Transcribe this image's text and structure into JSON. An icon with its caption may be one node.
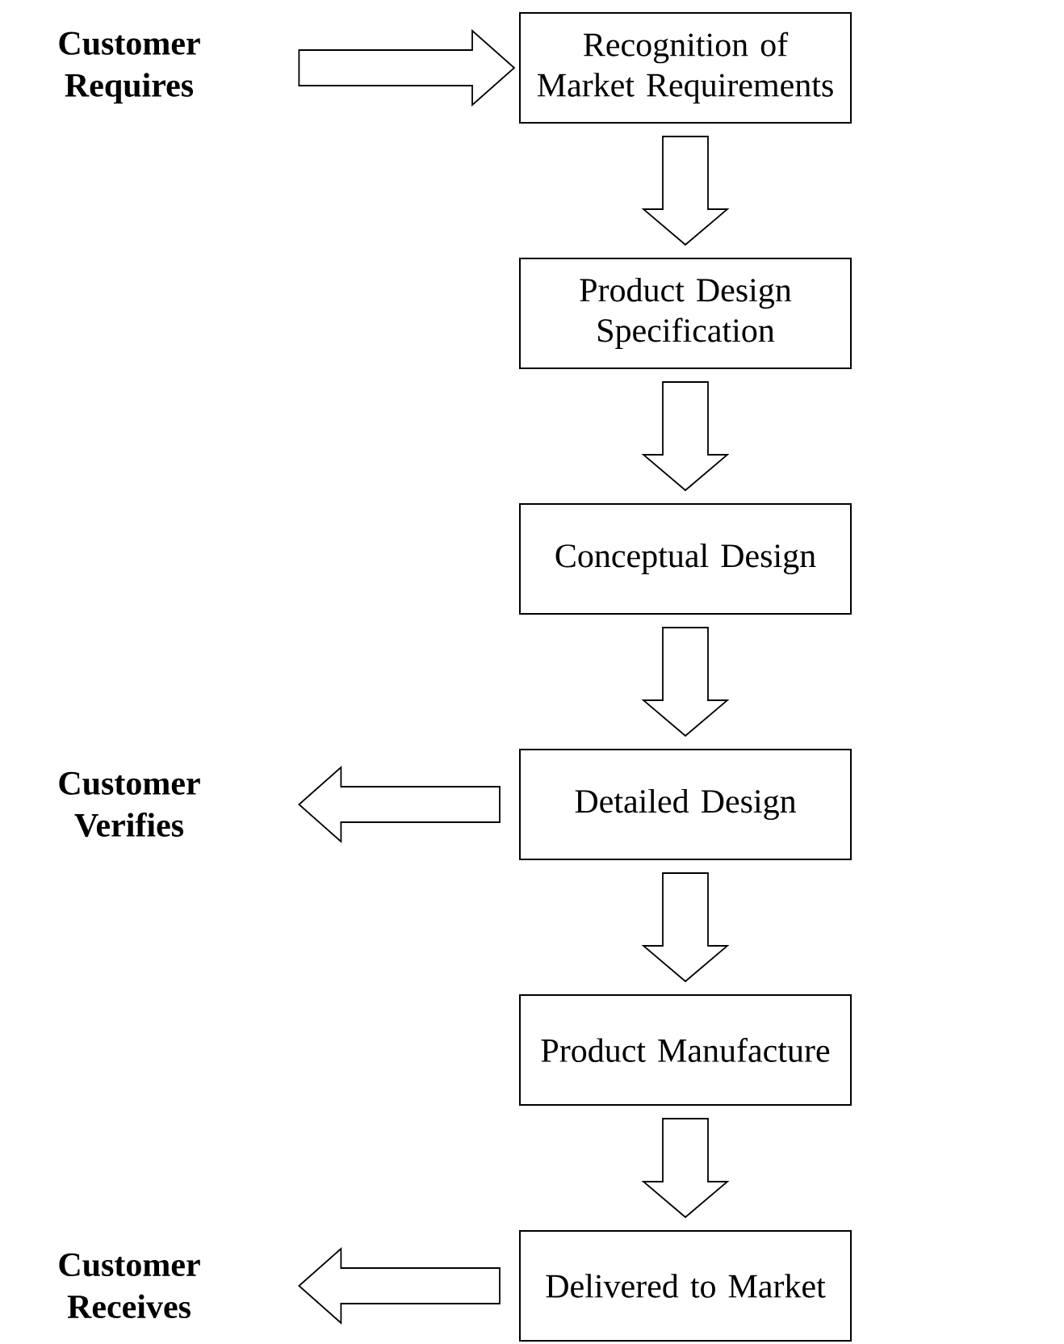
{
  "diagram": {
    "nodes": [
      {
        "text": [
          "Customer Requires"
        ]
      },
      {
        "text": [
          "Recognition of Market Requirements"
        ]
      },
      {
        "text": [
          "Product Design Specification"
        ]
      },
      {
        "text": [
          "Conceptual Design"
        ]
      },
      {
        "text": [
          "Customer Verifies"
        ]
      },
      {
        "text": [
          "Detailed Design"
        ]
      },
      {
        "text": [
          "Product Manufacture"
        ]
      },
      {
        "text": [
          "Customer Receives"
        ]
      },
      {
        "text": [
          "Delivered to Market"
        ]
      }
    ],
    "edges": [
      {
        "from": 0,
        "to": 1,
        "arrow": "to"
      },
      {
        "from": 1,
        "to": 2,
        "arrow": "to"
      },
      {
        "from": 2,
        "to": 3,
        "arrow": "to"
      },
      {
        "from": 3,
        "to": 5,
        "arrow": "to"
      },
      {
        "from": 5,
        "to": 4,
        "arrow": "to"
      },
      {
        "from": 5,
        "to": 6,
        "arrow": "to"
      },
      {
        "from": 6,
        "to": 8,
        "arrow": "to"
      },
      {
        "from": 8,
        "to": 7,
        "arrow": "to"
      }
    ]
  }
}
